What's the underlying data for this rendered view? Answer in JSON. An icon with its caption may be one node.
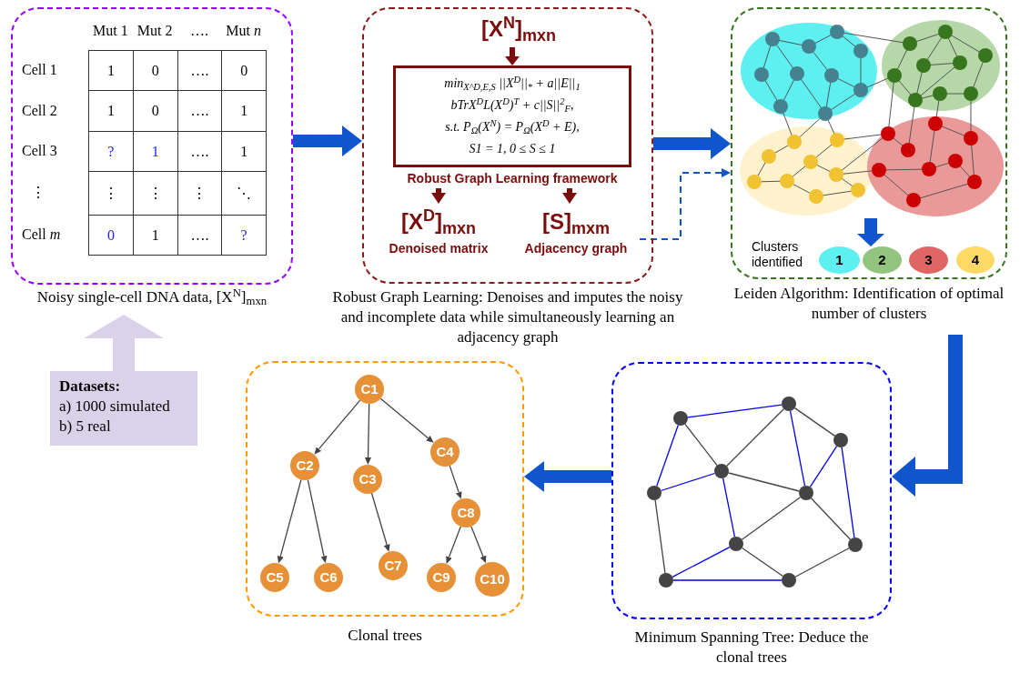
{
  "diagram": {
    "nodes": [
      {
        "text": [],
        "shape": "box",
        "beside": [
          "Noisy single-cell DNA data, [X$^{N}$]$_{mxn}$"
        ]
      },
      {
        "text": [],
        "shape": "box",
        "beside": [
          "Robust Graph Learning: Denoises and imputes the noisy and incomplete data while simultaneously learning an adjacency graph"
        ]
      },
      {
        "text": [
          "[X$^{N}$]$_{mxn}$"
        ],
        "in": 1
      },
      {
        "text": [
          "min$_{X^D,E,S}$ ||X$^{D}$||$_{*}$ + a||E||$_{1}$",
          "bTrX$^{D}$L(X$^{D}$)$^{T}$ + c||S||$^{2}$$_{F}$,",
          "s.t.   P$_{Ω}$(X$^{N}$) = P$_{Ω}$(X$^{D}$ + E),",
          "S1 = 1, 0 ≤ S ≤ 1"
        ],
        "in": 1,
        "beside": [
          "Robust Graph Learning framework"
        ]
      },
      {
        "text": [
          "[X$^{D}$]$_{mxn}$",
          "Denoised matrix"
        ],
        "in": 1
      },
      {
        "text": [
          "[S]$_{mxm}$",
          "Adjacency graph"
        ],
        "in": 1
      },
      {
        "text": [],
        "shape": "box",
        "beside": [
          "Leiden Algorithm: Identification of optimal number of clusters"
        ]
      },
      {
        "text": [],
        "shape": "picture",
        "in": 6
      },
      {
        "text": [
          "1"
        ],
        "in": 6
      },
      {
        "text": [
          "2"
        ],
        "in": 6
      },
      {
        "text": [
          "3"
        ],
        "in": 6
      },
      {
        "text": [
          "4"
        ],
        "in": 6
      },
      {
        "text": [],
        "shape": "box",
        "beside": [
          "Minimum Spanning Tree: Deduce the clonal trees"
        ]
      },
      {
        "text": [],
        "shape": "circle",
        "in": 12
      },
      {
        "text": [],
        "shape": "circle",
        "in": 12
      },
      {
        "text": [],
        "shape": "circle",
        "in": 12
      },
      {
        "text": [],
        "shape": "circle",
        "in": 12
      },
      {
        "text": [],
        "shape": "circle",
        "in": 12
      },
      {
        "text": [],
        "shape": "circle",
        "in": 12
      },
      {
        "text": [],
        "shape": "circle",
        "in": 12
      },
      {
        "text": [],
        "shape": "circle",
        "in": 12
      },
      {
        "text": [],
        "shape": "circle",
        "in": 12
      },
      {
        "text": [],
        "shape": "circle",
        "in": 12
      },
      {
        "text": [],
        "shape": "box",
        "beside": [
          "Clonal trees"
        ]
      },
      {
        "text": [
          "C1"
        ],
        "in": 23
      },
      {
        "text": [
          "C2"
        ],
        "in": 23
      },
      {
        "text": [
          "C3"
        ],
        "in": 23
      },
      {
        "text": [
          "C4"
        ],
        "in": 23
      },
      {
        "text": [
          "C5"
        ],
        "in": 23
      },
      {
        "text": [
          "C6"
        ],
        "in": 23
      },
      {
        "text": [
          "C7"
        ],
        "in": 23
      },
      {
        "text": [
          "C8"
        ],
        "in": 23
      },
      {
        "text": [
          "C9"
        ],
        "in": 23
      },
      {
        "text": [
          "C10"
        ],
        "in": 23
      },
      {
        "text": [
          "Datasets:",
          "a) 1000 simulated",
          "b) 5 real"
        ]
      }
    ],
    "edges": [
      {
        "from": 34,
        "to": 0,
        "arrow": "to",
        "style": "thick",
        "color": "#d9d2e9"
      },
      {
        "from": 0,
        "to": 1,
        "arrow": "to",
        "style": "thick",
        "color": "#1155cc"
      },
      {
        "from": 1,
        "to": 6,
        "arrow": "to",
        "style": "thick",
        "color": "#1155cc"
      },
      {
        "from": 6,
        "to": 12,
        "arrow": "to",
        "style": "thick",
        "color": "#1155cc"
      },
      {
        "from": 12,
        "to": 23,
        "arrow": "to",
        "style": "thick",
        "color": "#1155cc"
      },
      {
        "from": 2,
        "to": 3,
        "arrow": "to",
        "style": "thick",
        "color": "#7b0c0c"
      },
      {
        "from": 3,
        "to": 4,
        "arrow": "to",
        "style": "thick",
        "color": "#7b0c0c"
      },
      {
        "from": 3,
        "to": 5,
        "arrow": "to",
        "style": "thick",
        "color": "#7b0c0c"
      },
      {
        "from": 5,
        "to": 6,
        "arrow": "to",
        "style": "dashed",
        "color": "#1155cc"
      },
      {
        "from": 7,
        "to": 9,
        "arrow": "to",
        "style": "thick",
        "color": "#1155cc"
      },
      {
        "from": 24,
        "to": 25,
        "arrow": "to"
      },
      {
        "from": 24,
        "to": 26,
        "arrow": "to"
      },
      {
        "from": 24,
        "to": 27,
        "arrow": "to"
      },
      {
        "from": 25,
        "to": 28,
        "arrow": "to"
      },
      {
        "from": 25,
        "to": 29,
        "arrow": "to"
      },
      {
        "from": 26,
        "to": 30,
        "arrow": "to"
      },
      {
        "from": 27,
        "to": 31,
        "arrow": "to"
      },
      {
        "from": 31,
        "to": 32,
        "arrow": "to"
      },
      {
        "from": 31,
        "to": 33,
        "arrow": "to"
      },
      {
        "from": 15,
        "to": 18,
        "arrow": "none",
        "color": "#0000ee"
      },
      {
        "from": 15,
        "to": 13,
        "arrow": "none",
        "color": "#0000ee"
      },
      {
        "from": 15,
        "to": 16,
        "arrow": "none"
      },
      {
        "from": 18,
        "to": 16,
        "arrow": "none"
      },
      {
        "from": 18,
        "to": 20,
        "arrow": "none",
        "color": "#0000ee"
      },
      {
        "from": 18,
        "to": 21,
        "arrow": "none"
      },
      {
        "from": 21,
        "to": 20,
        "arrow": "none",
        "color": "#0000ee"
      },
      {
        "from": 21,
        "to": 22,
        "arrow": "none",
        "color": "#0000ee"
      },
      {
        "from": 16,
        "to": 13,
        "arrow": "none",
        "color": "#0000ee"
      },
      {
        "from": 16,
        "to": 20,
        "arrow": "none"
      },
      {
        "from": 16,
        "to": 17,
        "arrow": "none",
        "color": "#0000ee"
      },
      {
        "from": 20,
        "to": 17,
        "arrow": "none"
      },
      {
        "from": 20,
        "to": 22,
        "arrow": "none"
      },
      {
        "from": 13,
        "to": 14,
        "arrow": "none"
      },
      {
        "from": 17,
        "to": 14,
        "arrow": "none",
        "color": "#0000ee"
      },
      {
        "from": 17,
        "to": 19,
        "arrow": "none"
      },
      {
        "from": 14,
        "to": 19,
        "arrow": "none",
        "color": "#0000ee"
      },
      {
        "from": 19,
        "to": 22,
        "arrow": "none"
      }
    ],
    "labels": [
      "Mut 1",
      "Mut 2",
      "….",
      "Mut *n*",
      "Cell 1",
      "1",
      "0",
      "….",
      "0",
      "Cell 2",
      "1",
      "0",
      "….",
      "1",
      "Cell 3",
      "?",
      "1",
      "….",
      "1",
      "⋮",
      "⋮",
      "⋮",
      "⋮",
      "⋱",
      "Cell *m*",
      "0",
      "1",
      "….",
      "?",
      "Clusters identified"
    ]
  }
}
